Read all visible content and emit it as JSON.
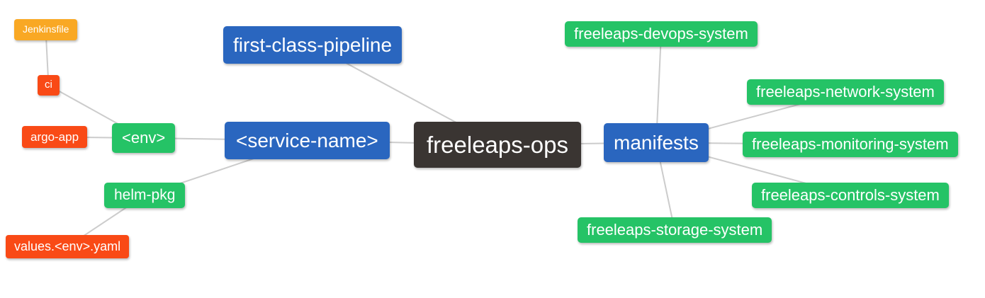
{
  "diagram": {
    "type": "mindmap",
    "root_id": "root"
  },
  "colors": {
    "root_bg": "#3a3532",
    "branch_blue": "#2a66bf",
    "leaf_green": "#25c366",
    "leaf_red": "#f94a16",
    "leaf_orange": "#f9a824",
    "text": "#ffffff",
    "link": "#cccccc",
    "background": "#ffffff"
  },
  "nodes": {
    "root": {
      "label": "freeleaps-ops",
      "color": "#3a3532"
    },
    "fcp": {
      "label": "first-class-pipeline",
      "color": "#2a66bf"
    },
    "service": {
      "label": "<service-name>",
      "color": "#2a66bf"
    },
    "manifests": {
      "label": "manifests",
      "color": "#2a66bf"
    },
    "env": {
      "label": "<env>",
      "color": "#25c366"
    },
    "helm_pkg": {
      "label": "helm-pkg",
      "color": "#25c366"
    },
    "ci": {
      "label": "ci",
      "color": "#f94a16"
    },
    "argo_app": {
      "label": "argo-app",
      "color": "#f94a16"
    },
    "jenkinsfile": {
      "label": "Jenkinsfile",
      "color": "#f9a824"
    },
    "values": {
      "label": "values.<env>.yaml",
      "color": "#f94a16"
    },
    "devops": {
      "label": "freeleaps-devops-system",
      "color": "#25c366"
    },
    "network": {
      "label": "freeleaps-network-system",
      "color": "#25c366"
    },
    "monitoring": {
      "label": "freeleaps-monitoring-system",
      "color": "#25c366"
    },
    "controls": {
      "label": "freeleaps-controls-system",
      "color": "#25c366"
    },
    "storage": {
      "label": "freeleaps-storage-system",
      "color": "#25c366"
    }
  },
  "edges": [
    {
      "from": "jenkinsfile",
      "to": "ci"
    },
    {
      "from": "ci",
      "to": "env"
    },
    {
      "from": "argo_app",
      "to": "env"
    },
    {
      "from": "env",
      "to": "service"
    },
    {
      "from": "helm_pkg",
      "to": "service"
    },
    {
      "from": "values",
      "to": "helm_pkg"
    },
    {
      "from": "fcp",
      "to": "root"
    },
    {
      "from": "service",
      "to": "root"
    },
    {
      "from": "root",
      "to": "manifests"
    },
    {
      "from": "manifests",
      "to": "devops"
    },
    {
      "from": "manifests",
      "to": "network"
    },
    {
      "from": "manifests",
      "to": "monitoring"
    },
    {
      "from": "manifests",
      "to": "controls"
    },
    {
      "from": "manifests",
      "to": "storage"
    }
  ]
}
